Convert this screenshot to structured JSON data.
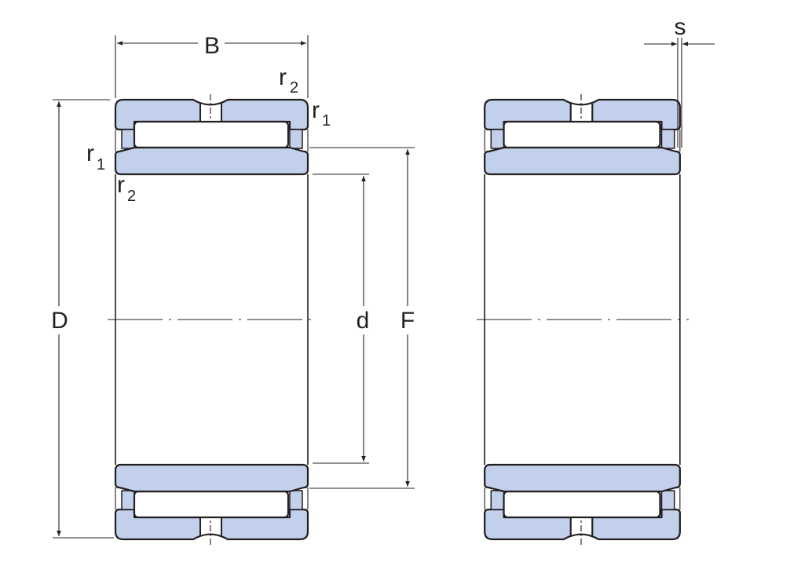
{
  "colors": {
    "ring_fill": "#c3d0ec",
    "line": "#231f20"
  },
  "labels": {
    "B": "B",
    "D": "D",
    "d": "d",
    "F": "F",
    "s": "s",
    "r": "r",
    "sub1": "1",
    "sub2": "2"
  }
}
